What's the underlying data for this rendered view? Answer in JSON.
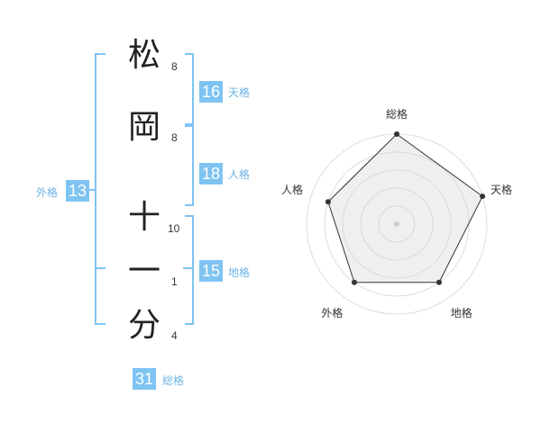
{
  "name": {
    "chars": [
      {
        "char": "松",
        "strokes": "8"
      },
      {
        "char": "岡",
        "strokes": "8"
      },
      {
        "char": "十",
        "strokes": "10"
      },
      {
        "char": "一",
        "strokes": "1"
      },
      {
        "char": "分",
        "strokes": "4"
      }
    ]
  },
  "fortune": {
    "tenkaku": {
      "label": "天格",
      "value": "16"
    },
    "jinkaku": {
      "label": "人格",
      "value": "18"
    },
    "chikaku": {
      "label": "地格",
      "value": "15"
    },
    "gaikaku": {
      "label": "外格",
      "value": "13"
    },
    "soukaku": {
      "label": "総格",
      "value": "31"
    }
  },
  "colors": {
    "accent": "#7ec4f2",
    "accent_text": "#6cb4e4",
    "text": "#222222"
  },
  "chart_data": {
    "type": "radar",
    "axes": [
      "総格",
      "天格",
      "地格",
      "外格",
      "人格"
    ],
    "max": 5,
    "rings": 5,
    "values": [
      5,
      5,
      4,
      4,
      4
    ]
  }
}
